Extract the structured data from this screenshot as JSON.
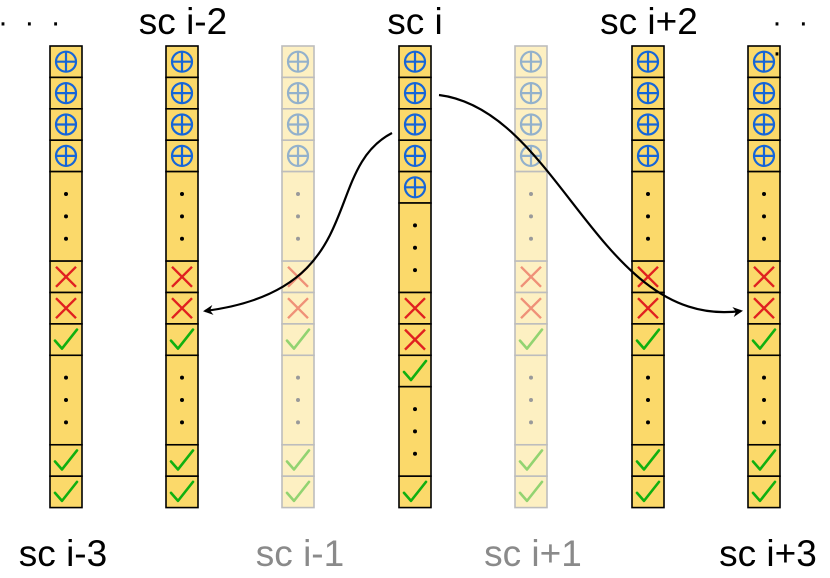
{
  "diagram": {
    "top_labels": [
      "sc i-2",
      "sc i",
      "sc i+2"
    ],
    "bottom_labels": [
      "sc i-3",
      "sc i-1",
      "sc i+1",
      "sc i+3"
    ],
    "ellipsis_left": "· · ·",
    "ellipsis_right": "· · ·",
    "colors": {
      "cell_fill": "#fbd96a",
      "cell_fill_faded": "#fdf0c2",
      "cell_border": "#000000",
      "cell_border_faded": "#bdbdbd",
      "plus_icon": "#1565d8",
      "cross_icon": "#e02020",
      "check_icon": "#10b010",
      "faded_label": "#8a8a8a"
    },
    "columns": [
      {
        "name": "sc i-3",
        "faded": false,
        "cells": [
          "plus",
          "plus",
          "plus",
          "plus",
          "dots",
          "cross",
          "cross",
          "check",
          "dots",
          "check",
          "check"
        ]
      },
      {
        "name": "sc i-2",
        "faded": false,
        "cells": [
          "plus",
          "plus",
          "plus",
          "plus",
          "dots",
          "cross",
          "cross",
          "check",
          "dots",
          "check",
          "check"
        ]
      },
      {
        "name": "sc i-1",
        "faded": true,
        "cells": [
          "plus",
          "plus",
          "plus",
          "plus",
          "dots",
          "cross",
          "cross",
          "check",
          "dots",
          "check",
          "check"
        ]
      },
      {
        "name": "sc i",
        "faded": false,
        "cells": [
          "plus",
          "plus",
          "plus",
          "plus",
          "plus",
          "dots",
          "cross",
          "cross",
          "check",
          "dots",
          "check"
        ]
      },
      {
        "name": "sc i+1",
        "faded": true,
        "cells": [
          "plus",
          "plus",
          "plus",
          "plus",
          "dots",
          "cross",
          "cross",
          "check",
          "dots",
          "check",
          "check"
        ]
      },
      {
        "name": "sc i+2",
        "faded": false,
        "cells": [
          "plus",
          "plus",
          "plus",
          "plus",
          "dots",
          "cross",
          "cross",
          "check",
          "dots",
          "check",
          "check"
        ]
      },
      {
        "name": "sc i+3",
        "faded": false,
        "cells": [
          "plus",
          "plus",
          "plus",
          "plus",
          "dots",
          "cross",
          "cross",
          "check",
          "dots",
          "check",
          "check"
        ]
      }
    ],
    "arrows": [
      {
        "from": "sc i",
        "to": "sc i-2"
      },
      {
        "from": "sc i",
        "to": "sc i+3"
      }
    ]
  }
}
